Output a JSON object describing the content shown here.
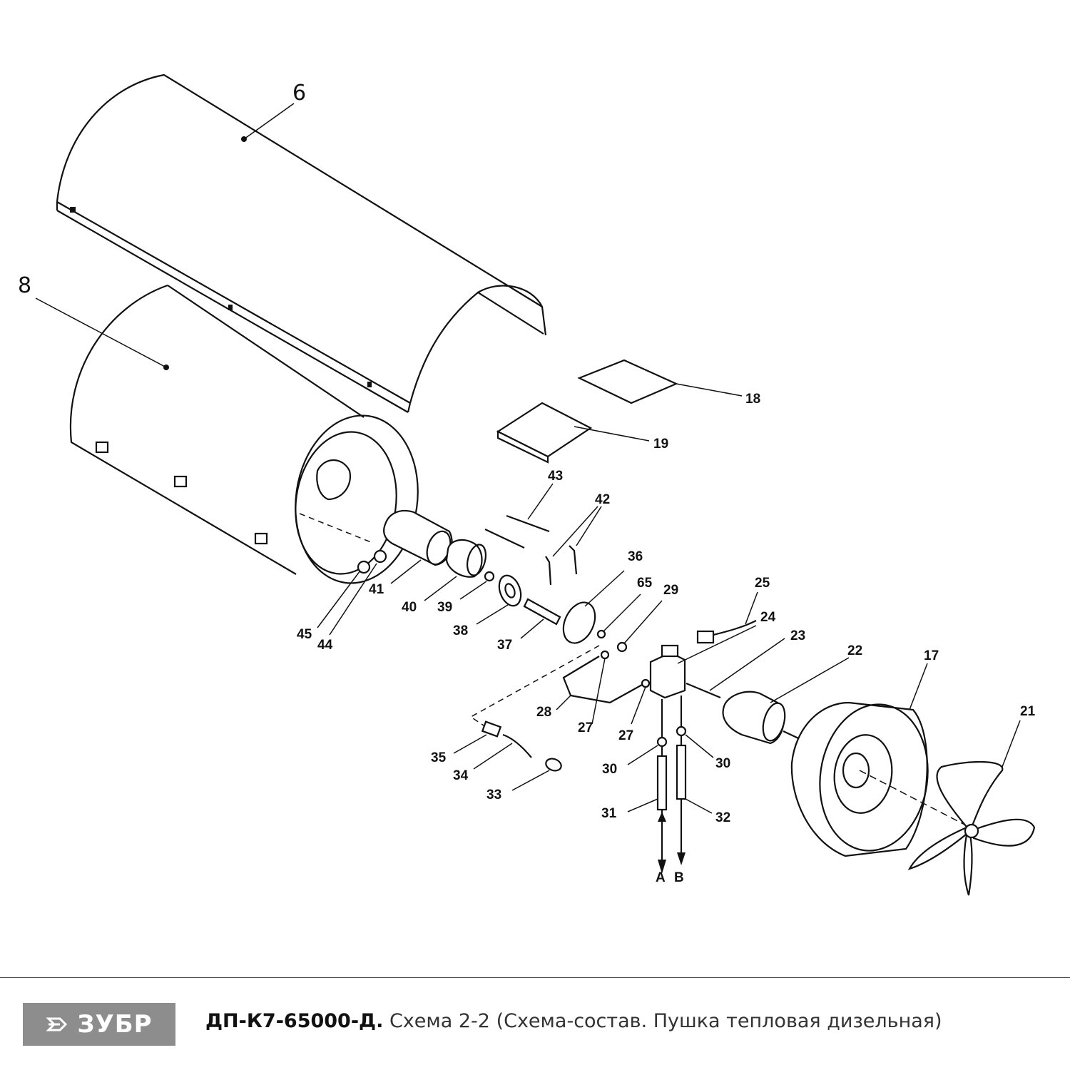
{
  "diagram": {
    "labels": [
      {
        "id": "6",
        "text": "6"
      },
      {
        "id": "8",
        "text": "8"
      },
      {
        "id": "18",
        "text": "18"
      },
      {
        "id": "19",
        "text": "19"
      },
      {
        "id": "43",
        "text": "43"
      },
      {
        "id": "42",
        "text": "42"
      },
      {
        "id": "36",
        "text": "36"
      },
      {
        "id": "65",
        "text": "65"
      },
      {
        "id": "29",
        "text": "29"
      },
      {
        "id": "25",
        "text": "25"
      },
      {
        "id": "24",
        "text": "24"
      },
      {
        "id": "23",
        "text": "23"
      },
      {
        "id": "22",
        "text": "22"
      },
      {
        "id": "17",
        "text": "17"
      },
      {
        "id": "21",
        "text": "21"
      },
      {
        "id": "41",
        "text": "41"
      },
      {
        "id": "40",
        "text": "40"
      },
      {
        "id": "39",
        "text": "39"
      },
      {
        "id": "38",
        "text": "38"
      },
      {
        "id": "37",
        "text": "37"
      },
      {
        "id": "45",
        "text": "45"
      },
      {
        "id": "44",
        "text": "44"
      },
      {
        "id": "28",
        "text": "28"
      },
      {
        "id": "27a",
        "text": "27"
      },
      {
        "id": "27b",
        "text": "27"
      },
      {
        "id": "30a",
        "text": "30"
      },
      {
        "id": "30b",
        "text": "30"
      },
      {
        "id": "31",
        "text": "31"
      },
      {
        "id": "32",
        "text": "32"
      },
      {
        "id": "35",
        "text": "35"
      },
      {
        "id": "34",
        "text": "34"
      },
      {
        "id": "33",
        "text": "33"
      },
      {
        "id": "A",
        "text": "A"
      },
      {
        "id": "B",
        "text": "B"
      }
    ]
  },
  "footer": {
    "brand": "ЗУБР",
    "model": "ДП-К7-65000-Д.",
    "description": " Схема 2-2 (Схема-состав. Пушка тепловая дизельная)",
    "logo_bg": "#8d8d8d"
  }
}
